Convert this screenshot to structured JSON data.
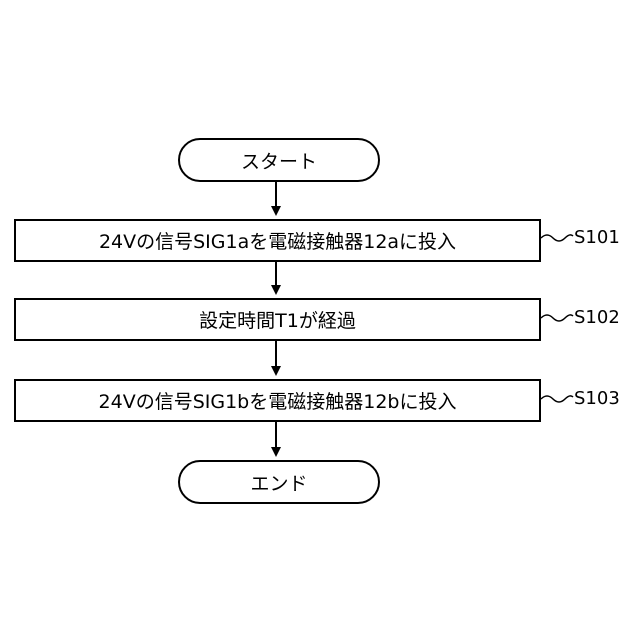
{
  "flowchart": {
    "start": {
      "label": "スタート"
    },
    "steps": [
      {
        "id": "S101",
        "label": "24Vの信号SIG1aを電磁接触器12aに投入"
      },
      {
        "id": "S102",
        "label": "設定時間T1が経過"
      },
      {
        "id": "S103",
        "label": "24Vの信号SIG1bを電磁接触器12bに投入"
      }
    ],
    "end": {
      "label": "エンド"
    }
  }
}
